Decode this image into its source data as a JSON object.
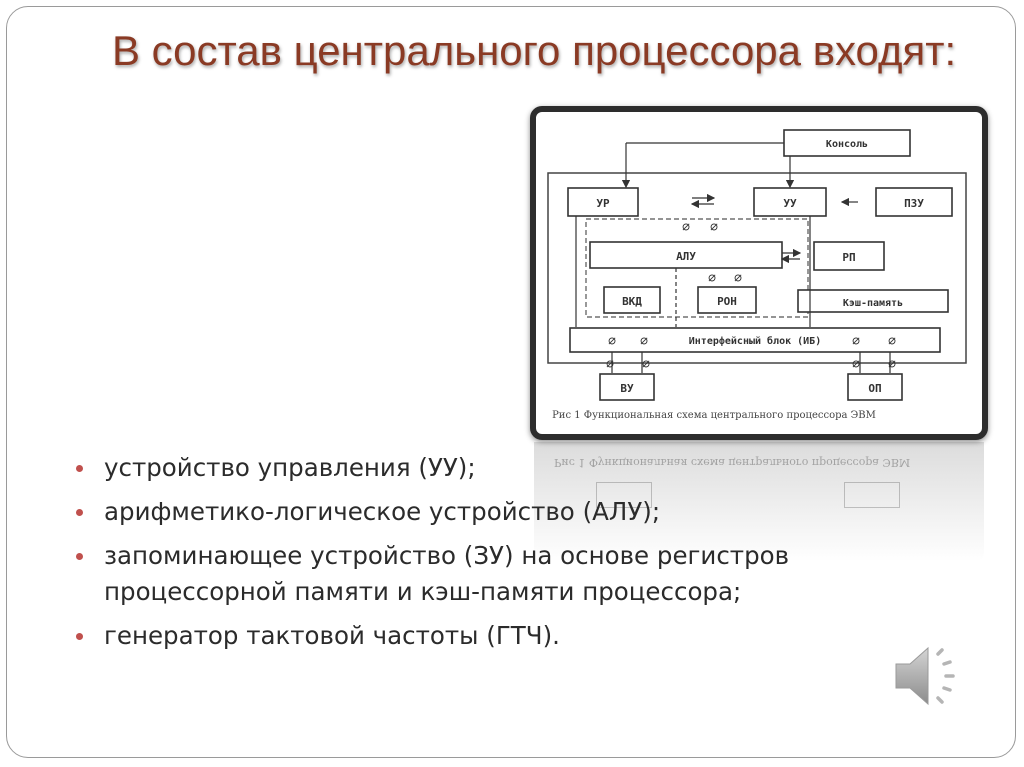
{
  "title": "В состав центрального процессора входят:",
  "diagram": {
    "blocks": {
      "console": "Консоль",
      "ur": "УР",
      "uu": "УУ",
      "pzu": "ПЗУ",
      "alu": "АЛУ",
      "rp": "РП",
      "vkd": "ВКД",
      "ron": "РОН",
      "cache": "Кэш-память",
      "interface": "Интерфейсный блок (ИБ)",
      "vu": "ВУ",
      "op": "ОП"
    },
    "caption": "Рис 1 Функциональная схема центрального процессора ЭВМ"
  },
  "bullets": [
    "устройство управления (УУ);",
    "арифметико-логическое устройство (АЛУ);",
    "запоминающее устройство (ЗУ) на основе регистров процессорной памяти и кэш-памяти процессора;",
    "генератор тактовой частоты (ГТЧ)."
  ],
  "colors": {
    "title": "#8a3a24",
    "bullet": "#c0504d",
    "text": "#2b2b2b"
  },
  "icons": {
    "audio": "speaker-icon"
  }
}
